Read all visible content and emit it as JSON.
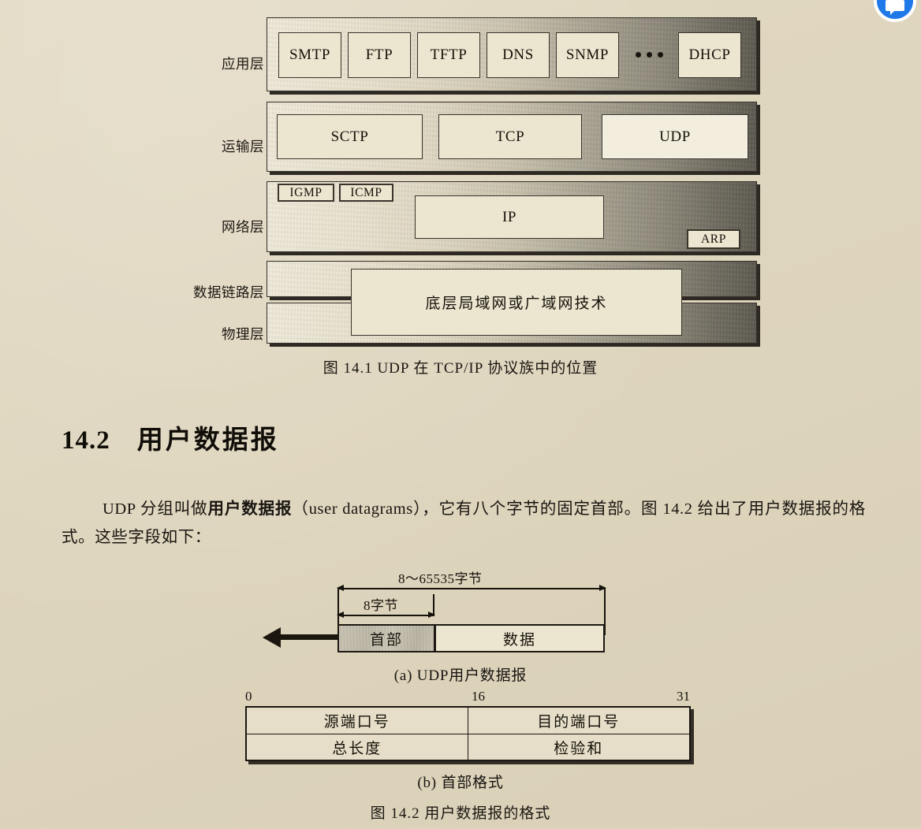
{
  "page": {
    "background_color": "#ded5bd",
    "ink_color": "#1b1712"
  },
  "corner_badge": {
    "name": "chat-bubble-badge",
    "color": "#2079e8"
  },
  "figure_14_1": {
    "caption": "图 14.1    UDP 在 TCP/IP 协议族中的位置",
    "layers": [
      {
        "label": "应用层"
      },
      {
        "label": "运输层"
      },
      {
        "label": "网络层"
      },
      {
        "label": "数据链路层"
      },
      {
        "label": "物理层"
      }
    ],
    "application_protocols": [
      "SMTP",
      "FTP",
      "TFTP",
      "DNS",
      "SNMP",
      "DHCP"
    ],
    "application_ellipsis": "...",
    "transport_protocols": [
      "SCTP",
      "TCP",
      "UDP"
    ],
    "transport_highlight": "UDP",
    "network_protocols": [
      "IGMP",
      "ICMP",
      "IP",
      "ARP"
    ],
    "link_physical_box": "底层局域网或广域网技术"
  },
  "section": {
    "number": "14.2",
    "title": "用户数据报"
  },
  "paragraph": {
    "lead": "UDP 分组叫做",
    "bold_term": "用户数据报",
    "paren": "（user datagrams）",
    "rest": "，它有八个字节的固定首部。图 14.2 给出了用户数据报的格式。这些字段如下："
  },
  "figure_14_2": {
    "caption": "图 14.2    用户数据报的格式",
    "part_a": {
      "subcaption": "(a) UDP用户数据报",
      "total_dimension": "8～65535字节",
      "header_dimension": "8字节",
      "header_label": "首部",
      "data_label": "数据"
    },
    "part_b": {
      "subcaption": "(b) 首部格式",
      "bit_marks": [
        "0",
        "16",
        "31"
      ],
      "rows": [
        [
          "源端口号",
          "目的端口号"
        ],
        [
          "总长度",
          "检验和"
        ]
      ]
    }
  }
}
